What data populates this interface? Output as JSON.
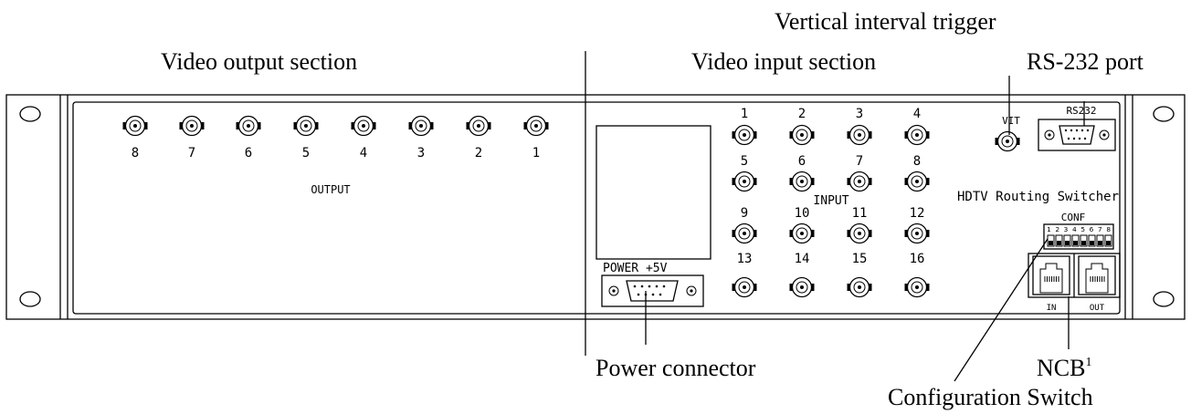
{
  "callouts": {
    "video_output_section": "Video output section",
    "video_input_section": "Video input section",
    "vertical_interval_trigger": "Vertical interval trigger",
    "rs232_port": "RS-232 port",
    "power_connector": "Power connector",
    "ncb": "NCB",
    "ncb_superscript": "1",
    "configuration_switch": "Configuration Switch"
  },
  "panel": {
    "output_label": "OUTPUT",
    "input_label": "INPUT",
    "output_numbers": [
      "8",
      "7",
      "6",
      "5",
      "4",
      "3",
      "2",
      "1"
    ],
    "input_numbers": [
      "1",
      "2",
      "3",
      "4",
      "5",
      "6",
      "7",
      "8",
      "9",
      "10",
      "11",
      "12",
      "13",
      "14",
      "15",
      "16"
    ],
    "vit_label": "VIT",
    "rs232_label": "RS232",
    "product_name": "HDTV Routing Switcher",
    "conf_label": "CONF",
    "conf_switch_numbers": "1 2 3 4 5 6 7 8",
    "power_label": "POWER +5V",
    "ncb_in_label": "IN",
    "ncb_out_label": "OUT"
  },
  "colors": {
    "line": "#000000",
    "background": "#ffffff"
  },
  "icons": [
    "bnc-connector-icon",
    "db9-connector-icon",
    "rj45-jack-icon",
    "dip-switch-icon",
    "rack-mount-hole-icon"
  ]
}
